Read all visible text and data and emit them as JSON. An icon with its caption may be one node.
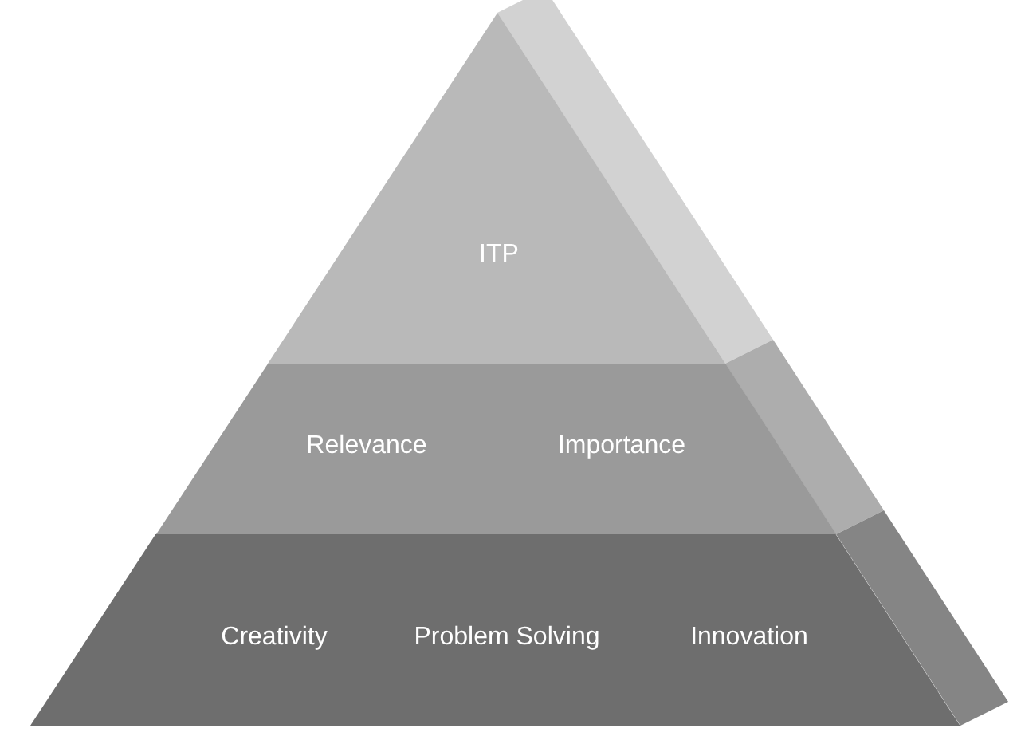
{
  "diagram": {
    "nodes": [
      {
        "text": [
          "ITP"
        ]
      },
      {
        "text": [
          "Relevance",
          "Importance"
        ]
      },
      {
        "text": [
          "Creativity",
          "Problem Solving",
          "Innovation"
        ]
      }
    ],
    "edges": []
  }
}
